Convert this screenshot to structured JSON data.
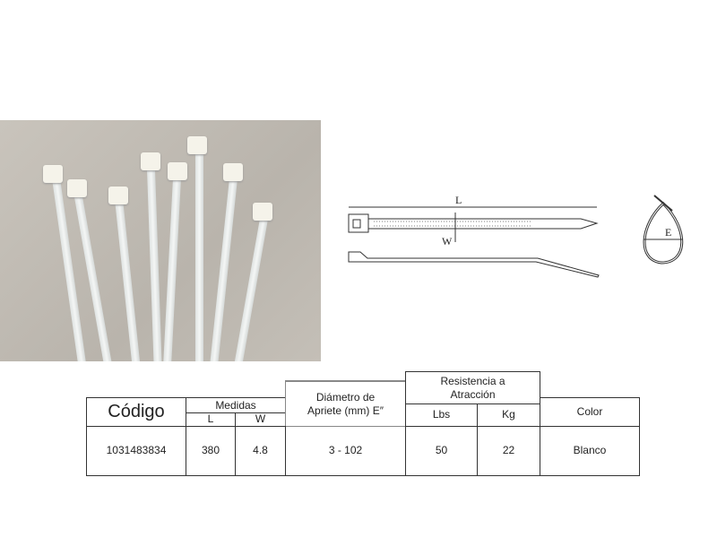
{
  "diagram": {
    "label_length": "L",
    "label_width": "W",
    "label_diameter": "E"
  },
  "table": {
    "headers": {
      "code": "Código",
      "measures": "Medidas",
      "length": "L",
      "width": "W",
      "diameter": "Diámetro de Apriete (mm) E″",
      "resistance": "Resistencia a Atracción",
      "lbs": "Lbs",
      "kg": "Kg",
      "color": "Color"
    },
    "row": {
      "code": "1031483834",
      "length": "380",
      "width": "4.8",
      "diameter": "3 - 102",
      "lbs": "50",
      "kg": "22",
      "color": "Blanco"
    }
  }
}
